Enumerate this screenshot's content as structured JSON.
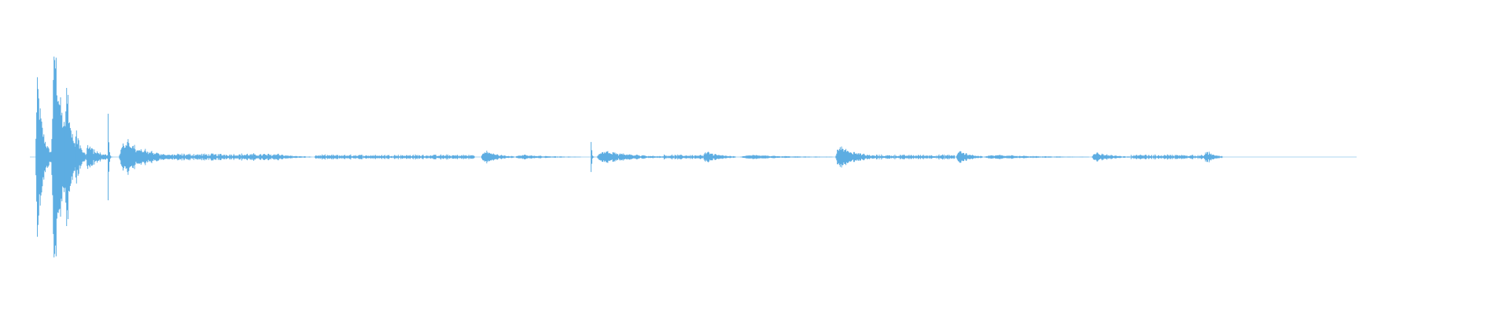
{
  "chart_data": {
    "type": "area",
    "title": "",
    "xlabel": "",
    "ylabel": "",
    "xlim": [
      0,
      1
    ],
    "ylim": [
      -1,
      1
    ],
    "grid": false,
    "color": "#5DADE2",
    "series": [
      {
        "bursts": [
          {
            "t": 0.004,
            "amp": 0.64,
            "dur": 0.012,
            "kind": "sharp"
          },
          {
            "t": 0.016,
            "amp": 0.96,
            "dur": 0.018,
            "kind": "sharp"
          },
          {
            "t": 0.026,
            "amp": 0.8,
            "dur": 0.01,
            "kind": "sharp"
          },
          {
            "t": 0.034,
            "amp": 0.28,
            "dur": 0.008,
            "kind": "ring"
          },
          {
            "t": 0.042,
            "amp": 0.12,
            "dur": 0.018,
            "kind": "ring"
          },
          {
            "t": 0.059,
            "amp": 0.4,
            "dur": 0.004,
            "kind": "spike"
          },
          {
            "t": 0.067,
            "amp": 0.16,
            "dur": 0.04,
            "kind": "ring"
          },
          {
            "t": 0.107,
            "amp": 0.03,
            "dur": 0.08,
            "kind": "noise"
          },
          {
            "t": 0.182,
            "amp": 0.03,
            "dur": 0.03,
            "kind": "ring"
          },
          {
            "t": 0.215,
            "amp": 0.02,
            "dur": 0.12,
            "kind": "noise"
          },
          {
            "t": 0.34,
            "amp": 0.06,
            "dur": 0.025,
            "kind": "ring"
          },
          {
            "t": 0.365,
            "amp": 0.02,
            "dur": 0.05,
            "kind": "ring"
          },
          {
            "t": 0.423,
            "amp": 0.18,
            "dur": 0.004,
            "kind": "spike"
          },
          {
            "t": 0.427,
            "amp": 0.06,
            "dur": 0.05,
            "kind": "ring"
          },
          {
            "t": 0.477,
            "amp": 0.02,
            "dur": 0.03,
            "kind": "noise"
          },
          {
            "t": 0.507,
            "amp": 0.05,
            "dur": 0.025,
            "kind": "ring"
          },
          {
            "t": 0.535,
            "amp": 0.02,
            "dur": 0.07,
            "kind": "ring"
          },
          {
            "t": 0.607,
            "amp": 0.11,
            "dur": 0.03,
            "kind": "ring"
          },
          {
            "t": 0.637,
            "amp": 0.02,
            "dur": 0.06,
            "kind": "noise"
          },
          {
            "t": 0.698,
            "amp": 0.06,
            "dur": 0.02,
            "kind": "ring"
          },
          {
            "t": 0.718,
            "amp": 0.02,
            "dur": 0.08,
            "kind": "ring"
          },
          {
            "t": 0.8,
            "amp": 0.04,
            "dur": 0.03,
            "kind": "ring"
          },
          {
            "t": 0.83,
            "amp": 0.02,
            "dur": 0.06,
            "kind": "noise"
          },
          {
            "t": 0.885,
            "amp": 0.06,
            "dur": 0.014,
            "kind": "ring"
          }
        ]
      }
    ]
  }
}
